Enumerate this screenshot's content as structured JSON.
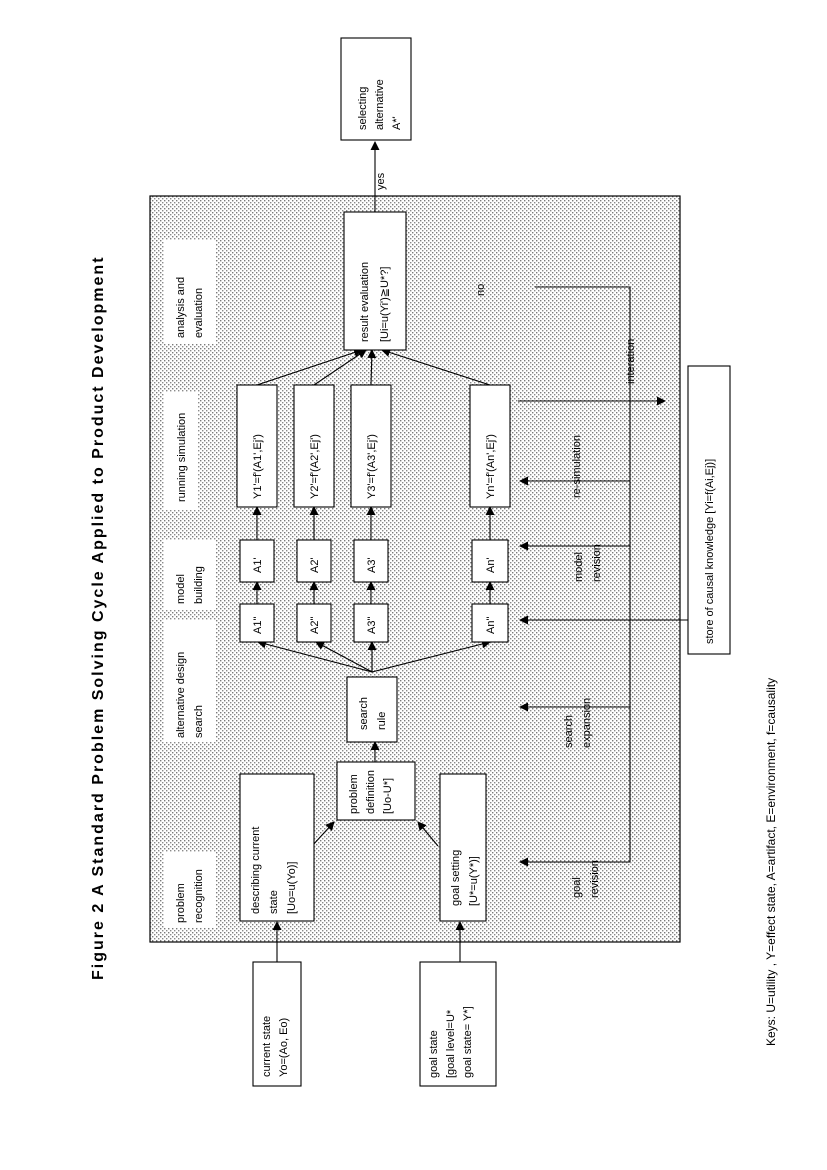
{
  "title": "Figure 2   A Standard Problem Solving Cycle Applied to Product Development",
  "keys": "Keys:  U=utility ,  Y=effect state,  A=artifact,  E=environment,  f=causality",
  "inputs": {
    "current_state": [
      "current state",
      "Yo=(Ao, Eo)"
    ],
    "goal_state": [
      "goal state",
      "[goal level=U*",
      "goal state= Y*]"
    ]
  },
  "stages": {
    "problem_recognition": [
      "problem",
      "recognition"
    ],
    "alternative_design_search": [
      "alternative design",
      "search"
    ],
    "model_building": [
      "model",
      "building"
    ],
    "running_simulation": [
      "running simulation"
    ],
    "analysis_evaluation": [
      "analysis and",
      "evaluation"
    ]
  },
  "boxes": {
    "describing_current_state": [
      "describing current",
      "state",
      "[Uo=u(Yo)]"
    ],
    "goal_setting": [
      "goal setting",
      "[U*=u(Y*)]"
    ],
    "problem_definition": [
      "problem",
      "definition",
      "[Uo-U*]"
    ],
    "search_rule": [
      "search",
      "rule"
    ],
    "alt_1": "A1\"",
    "alt_2": "A2\"",
    "alt_3": "A3\"",
    "alt_n": "An\"",
    "model_1": "A1'",
    "model_2": "A2'",
    "model_3": "A3'",
    "model_n": "An'",
    "sim_1": "Y1'=f'(A1',Ej')",
    "sim_2": "Y2'=f'(A2',Ej')",
    "sim_3": "Y3'=f'(A3',Ej')",
    "sim_n": "Yn'=f'(An',Ej')",
    "result_evaluation": [
      "result evaluation",
      "[Ui=u(Yi')≧U*?]"
    ],
    "selecting_alternative": [
      "selecting",
      "alternative",
      "A*'"
    ],
    "store_of_causal_knowledge": "store of causal knowledge  [Yi=f(Ai,Ej)]"
  },
  "feedback": {
    "yes": "yes",
    "no": "no",
    "interation": "interation",
    "re_simulation": "re-simulation",
    "model_revision": [
      "model",
      "revision"
    ],
    "search_expansion": [
      "search",
      "expansion"
    ],
    "goal_revision": [
      "goal",
      "revision"
    ]
  }
}
